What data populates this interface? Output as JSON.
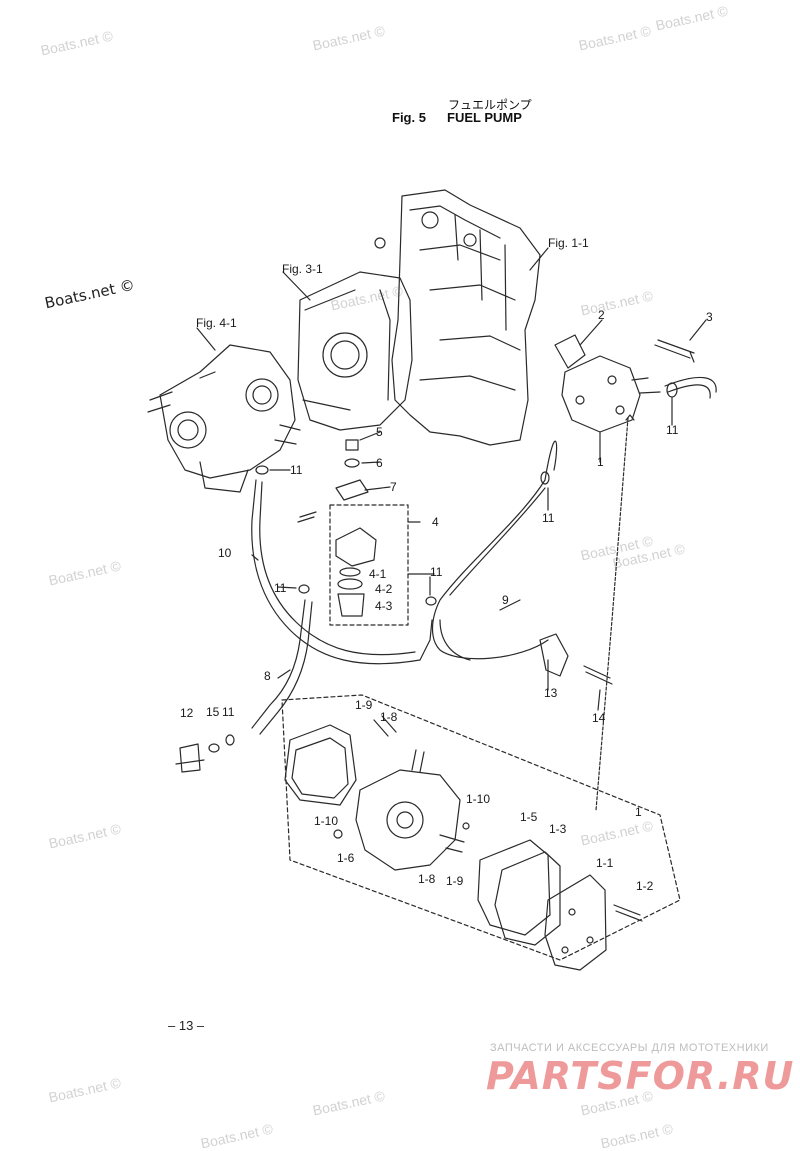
{
  "header": {
    "title_jp": "フュエルポンプ",
    "fig_no": "Fig. 5",
    "title_en": "FUEL PUMP"
  },
  "watermarks": {
    "text": "Boats.net ©",
    "count": 16
  },
  "refs": {
    "fig_1_1": "Fig. 1-1",
    "fig_3_1": "Fig. 3-1",
    "fig_4_1": "Fig. 4-1"
  },
  "callouts": [
    "1",
    "2",
    "3",
    "4",
    "4-1",
    "4-2",
    "4-3",
    "5",
    "6",
    "7",
    "8",
    "9",
    "10",
    "11",
    "11",
    "11",
    "11",
    "11",
    "12",
    "13",
    "14",
    "15",
    "11",
    "1",
    "1-1",
    "1-2",
    "1-3",
    "1-5",
    "1-6",
    "1-8",
    "1-8",
    "1-9",
    "1-9",
    "1-10",
    "1-10"
  ],
  "page_number": "– 13 –",
  "brand": {
    "tagline": "ЗАПЧАСТИ И АКСЕССУАРЫ ДЛЯ МОТОТЕХНИКИ",
    "logo": "PARTSFOR.RU"
  }
}
